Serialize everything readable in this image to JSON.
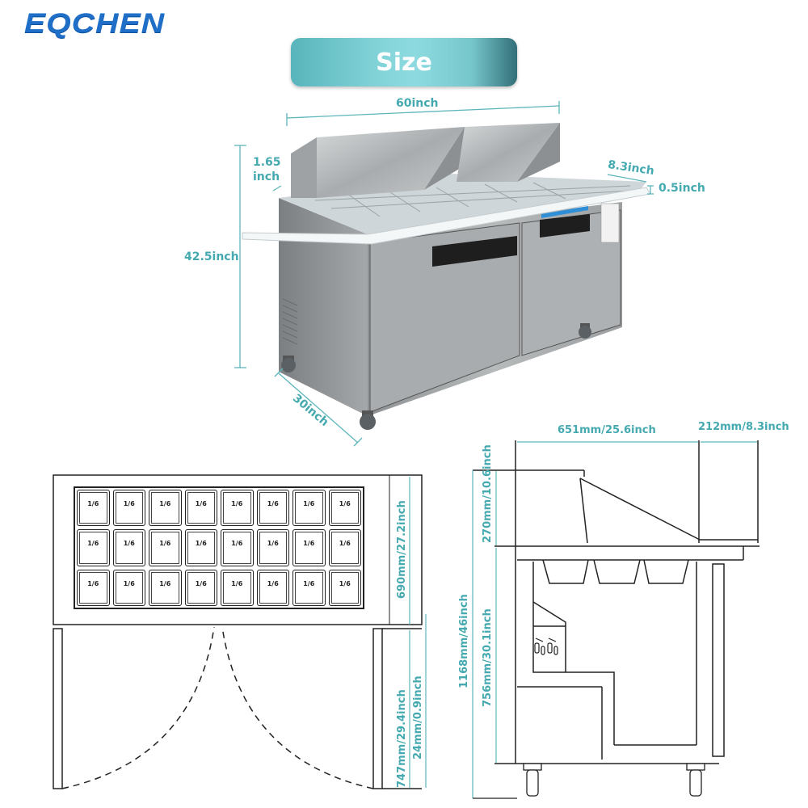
{
  "brand": {
    "logo_text": "EQCHEN",
    "logo_color": "#1f6fc9"
  },
  "banner": {
    "title": "Size",
    "gradient": [
      "#58b5bb",
      "#8ddbe0",
      "#336f78"
    ]
  },
  "photo_view": {
    "dimensions": {
      "width": "60inch",
      "height": "42.5inch",
      "depth": "30inch",
      "backsplash": "1.65 inch",
      "cutting_board_depth": "8.3inch",
      "cutting_board_thickness": "0.5inch"
    }
  },
  "top_view": {
    "pan_label": "1/6",
    "pan_rows": 3,
    "pan_cols": 8,
    "dimensions": {
      "depth": "690mm/27.2inch",
      "door_swing": "747mm/29.4inch",
      "door_offset": "24mm/0.9inch"
    }
  },
  "side_view": {
    "dimensions": {
      "rail_depth": "651mm/25.6inch",
      "board_depth": "212mm/8.3inch",
      "lid_height": "270mm/10.6inch",
      "total_height": "1168mm/46inch",
      "body_height": "756mm/30.1inch"
    }
  },
  "colors": {
    "dimension": "#45a9b0",
    "line": "#222222"
  }
}
